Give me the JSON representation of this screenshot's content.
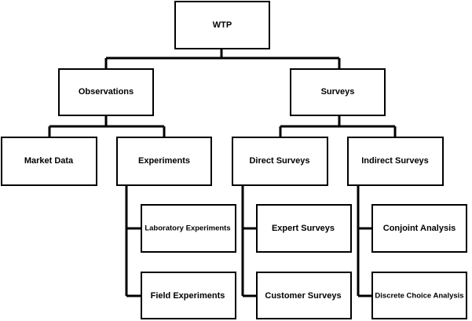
{
  "diagram": {
    "root": "WTP",
    "branches": {
      "observations": "Observations",
      "surveys": "Surveys"
    },
    "categories": {
      "market_data": "Market Data",
      "experiments": "Experiments",
      "direct_surveys": "Direct Surveys",
      "indirect_surveys": "Indirect Surveys"
    },
    "methods": {
      "laboratory_experiments": "Laboratory Experiments",
      "field_experiments": "Field Experiments",
      "expert_surveys": "Expert Surveys",
      "customer_surveys": "Customer Surveys",
      "conjoint_analysis": "Conjoint Analysis",
      "discrete_choice_analysis": "Discrete Choice Analysis"
    }
  }
}
